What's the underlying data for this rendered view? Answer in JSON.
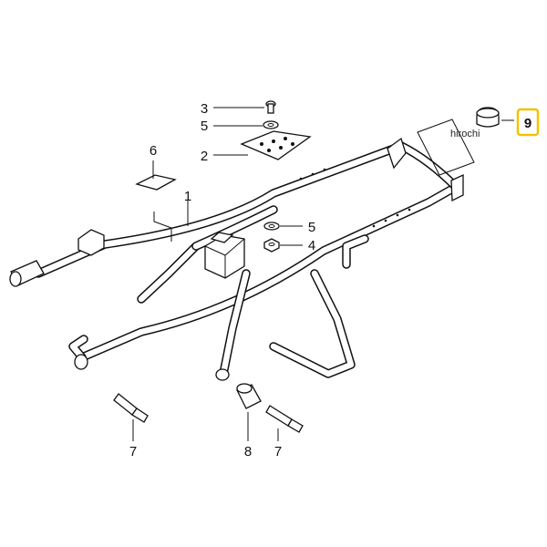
{
  "callouts": {
    "c1": "1",
    "c2": "2",
    "c3": "3",
    "c4": "4",
    "c5_top": "5",
    "c5_mid": "5",
    "c6": "6",
    "c7_left": "7",
    "c7_right": "7",
    "c8": "8",
    "c9": "9"
  },
  "watermark": "hirochi",
  "colors": {
    "line": "#111111",
    "background": "#ffffff",
    "highlight_box": "#f2c200"
  }
}
